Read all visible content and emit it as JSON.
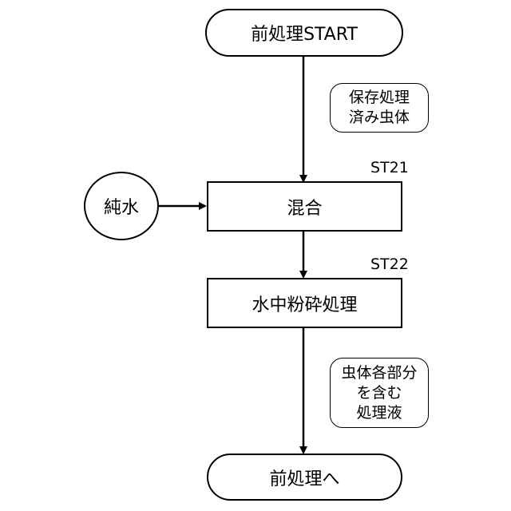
{
  "nodes": {
    "start": "前処理START",
    "mix": "混合",
    "grind": "水中粉砕処理",
    "end": "前処理へ",
    "water": "純水"
  },
  "notes": {
    "input": [
      "保存処理",
      "済み虫体"
    ],
    "output": [
      "虫体各部分",
      "を含む",
      "処理液"
    ]
  },
  "steps": {
    "mix": "ST21",
    "grind": "ST22"
  }
}
